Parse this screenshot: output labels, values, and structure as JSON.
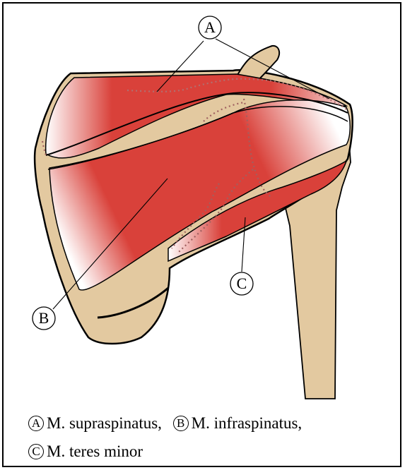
{
  "colors": {
    "bone": "#e3c9a0",
    "muscle": "#d9413a",
    "outline": "#000000"
  },
  "markers": {
    "a": "A",
    "b": "B",
    "c": "C"
  },
  "legend": [
    {
      "letter": "A",
      "text": "M. supraspinatus,"
    },
    {
      "letter": "B",
      "text": "M. infraspinatus,"
    },
    {
      "letter": "C",
      "text": "M. teres minor"
    }
  ]
}
